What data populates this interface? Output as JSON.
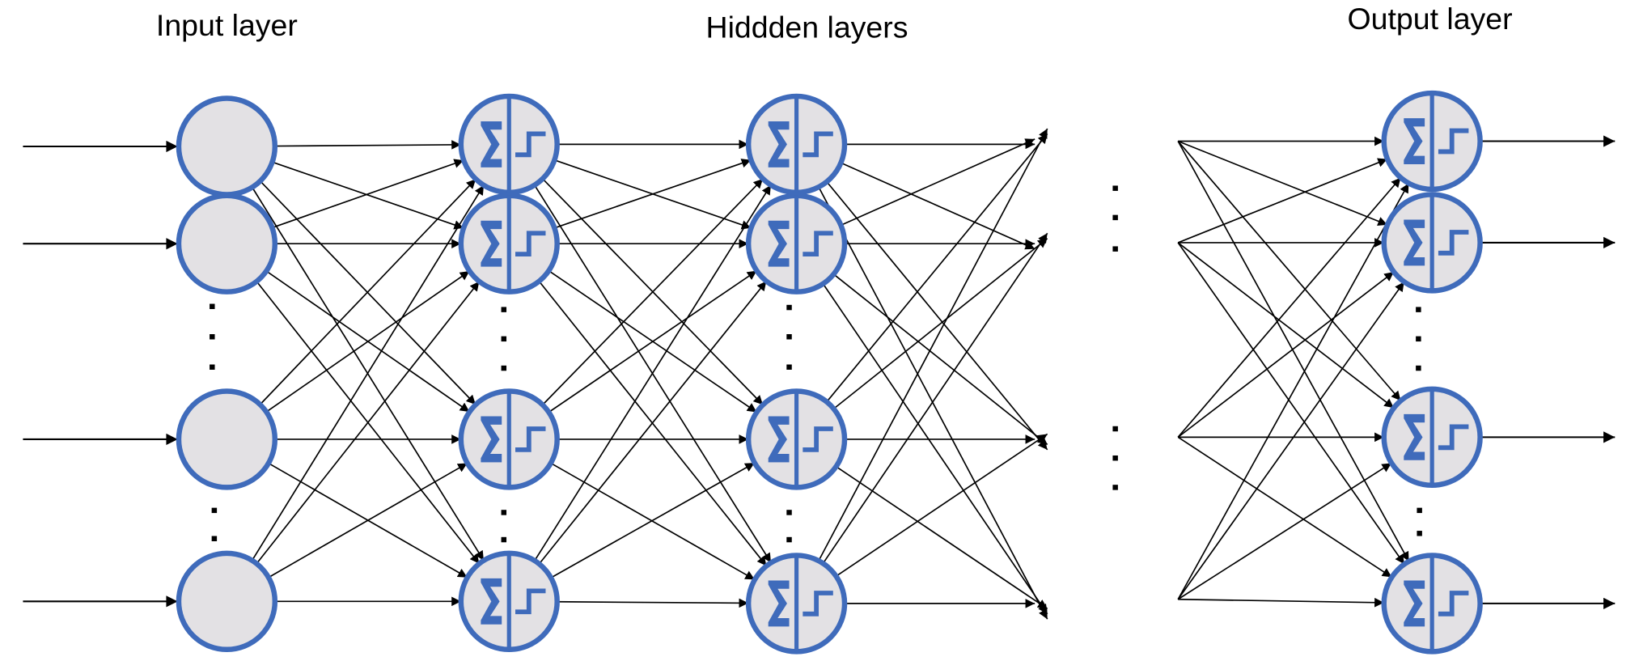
{
  "titles": {
    "input": "Input layer",
    "hidden": "Hiddden layers",
    "output": "Output layer"
  },
  "colors": {
    "node_stroke": "#3f6bbb",
    "node_fill": "#e3e1e4",
    "edge": "#000000"
  },
  "network": {
    "layers": [
      {
        "name": "input",
        "type": "input",
        "visible_nodes": 4,
        "ellipsis_after": [
          1,
          2
        ]
      },
      {
        "name": "hidden-1",
        "type": "neuron",
        "visible_nodes": 4,
        "ellipsis_after": [
          1,
          2
        ]
      },
      {
        "name": "hidden-2",
        "type": "neuron",
        "visible_nodes": 4,
        "ellipsis_after": [
          1,
          2
        ]
      },
      {
        "name": "output",
        "type": "neuron",
        "visible_nodes": 4,
        "ellipsis_after": [
          1,
          2
        ]
      }
    ],
    "neuron_symbols": {
      "left": "sigma-icon",
      "right": "step-function-icon"
    },
    "connectivity": "fully-connected",
    "between_hidden_and_output": "ellipsis-more-hidden-layers"
  }
}
